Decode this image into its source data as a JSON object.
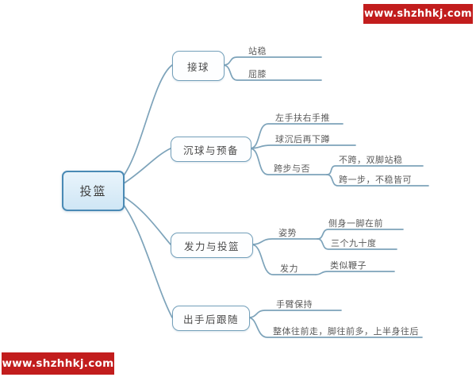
{
  "watermark": {
    "text": "www.shzhhkj.com",
    "bg_color": "#c21d1d",
    "text_color": "#ffffff"
  },
  "colors": {
    "root_fill": "#d9ebf8",
    "root_border": "#4a8ab5",
    "topic_border": "#74a0ba",
    "line": "#7da3ba",
    "leaf_text": "#595959",
    "background": "#ffffff"
  },
  "mindmap": {
    "root": {
      "label": "投篮"
    },
    "branches": [
      {
        "label": "接球",
        "children": [
          {
            "label": "站稳",
            "children": []
          },
          {
            "label": "屈膝",
            "children": []
          }
        ]
      },
      {
        "label": "沉球与预备",
        "children": [
          {
            "label": "左手扶右手推",
            "children": []
          },
          {
            "label": "球沉后再下蹲",
            "children": []
          },
          {
            "label": "跨步与否",
            "children": [
              {
                "label": "不跨，双脚站稳",
                "children": []
              },
              {
                "label": "跨一步，不稳皆可",
                "children": []
              }
            ]
          }
        ]
      },
      {
        "label": "发力与投篮",
        "children": [
          {
            "label": "姿势",
            "children": [
              {
                "label": "侧身一脚在前",
                "children": []
              },
              {
                "label": "三个九十度",
                "children": []
              }
            ]
          },
          {
            "label": "发力",
            "children": [
              {
                "label": "类似鞭子",
                "children": []
              }
            ]
          }
        ]
      },
      {
        "label": "出手后跟随",
        "children": [
          {
            "label": "手臂保持",
            "children": []
          },
          {
            "label": "整体往前走，脚往前多，上半身往后",
            "children": []
          }
        ]
      }
    ]
  }
}
